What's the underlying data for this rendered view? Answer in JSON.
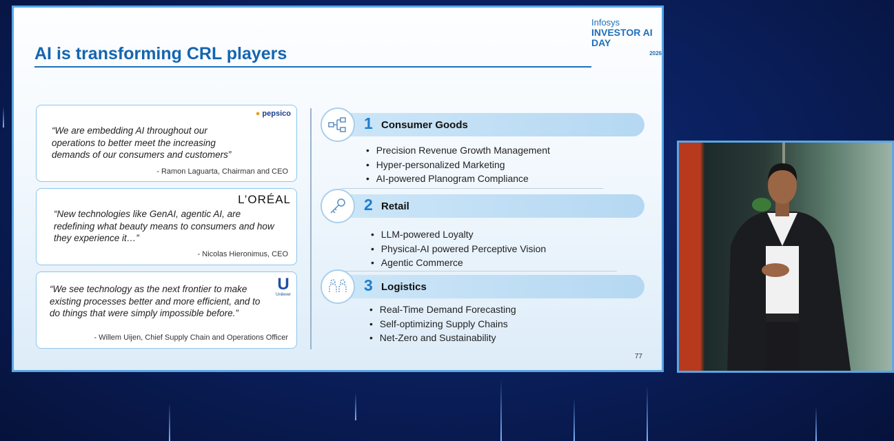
{
  "slide": {
    "title": "AI is transforming CRL players",
    "brand": {
      "company": "Infosys",
      "event": "INVESTOR AI DAY",
      "year": "2026"
    },
    "quotes": [
      {
        "logo": "pepsico",
        "quote": "“We are embedding AI throughout our operations to better meet the increasing demands of our consumers and customers”",
        "author": "- Ramon Laguarta, Chairman and CEO"
      },
      {
        "logo": "L’ORÉAL",
        "quote": "“New technologies like GenAI, agentic AI, are redefining what beauty means to consumers and how they experience it…”",
        "author": "- Nicolas Hieronimus, CEO"
      },
      {
        "logo": "Unilever",
        "quote": "“We see technology as the next frontier to make existing processes better and more efficient, and to do things that were simply impossible before.”",
        "author": "- Willem Uijen, Chief Supply Chain and Operations Officer"
      }
    ],
    "categories": [
      {
        "num": "1",
        "name": "Consumer Goods",
        "icon": "hierarchy-icon",
        "items": [
          "Precision Revenue Growth Management",
          "Hyper-personalized Marketing",
          "AI-powered Planogram Compliance"
        ]
      },
      {
        "num": "2",
        "name": "Retail",
        "icon": "key-icon",
        "items": [
          "LLM-powered Loyalty",
          "Physical-AI powered Perceptive Vision",
          "Agentic Commerce"
        ]
      },
      {
        "num": "3",
        "name": "Logistics",
        "icon": "people-network-icon",
        "items": [
          "Real-Time Demand Forecasting",
          "Self-optimizing Supply Chains",
          "Net-Zero and Sustainability"
        ]
      }
    ],
    "page": "77"
  }
}
